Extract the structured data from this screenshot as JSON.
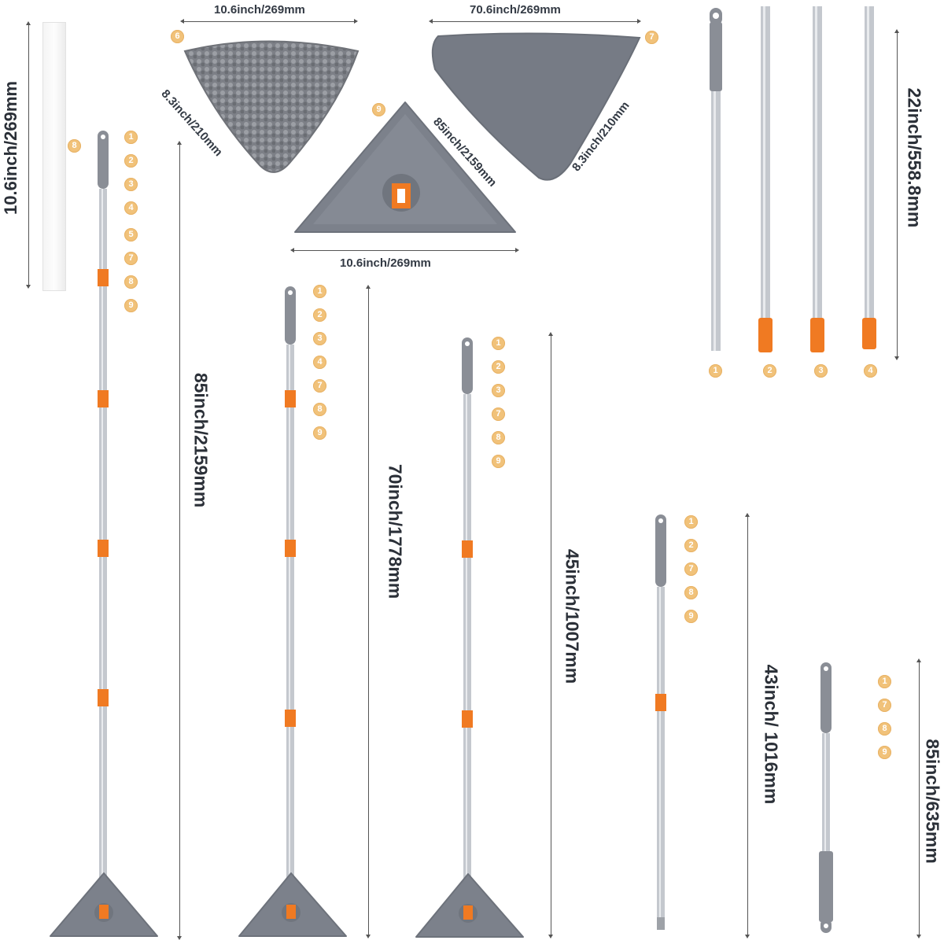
{
  "colors": {
    "accent": "#f07a22",
    "steel": "#b8bcc2",
    "grip": "#8a8e96",
    "mop": "#6b7280",
    "badge": "#f1c27a"
  },
  "labels": {
    "chenille_width": "10.6inch/269mm",
    "flat_pad_width": "70.6inch/269mm",
    "scrubber_strip": "10.6inch/269mm",
    "chenille_side": "8.3inch/210mm",
    "base_side": "85inch/2159mm",
    "pad_side": "8.3inch/210mm",
    "base_width": "10.6inch/269mm",
    "poles_length": "22inch/558.8mm",
    "mop_85": "85inch/2159mm",
    "mop_70": "70inch/1778mm",
    "mop_45": "45inch/1007mm",
    "pole_43": "43inch/ 1016mm",
    "pole_85": "85inch/635mm"
  },
  "badges": {
    "strip": "8",
    "chenille": "6",
    "pad": "7",
    "base": "9",
    "mop1": [
      "1",
      "2",
      "3",
      "4",
      "5",
      "7",
      "8",
      "9"
    ],
    "mop2": [
      "1",
      "2",
      "3",
      "4",
      "7",
      "8",
      "9"
    ],
    "mop3": [
      "1",
      "2",
      "3",
      "7",
      "8",
      "9"
    ],
    "pole43": [
      "1",
      "2",
      "7",
      "8",
      "9"
    ],
    "pole85": [
      "1",
      "7",
      "8",
      "9"
    ],
    "poles": [
      "1",
      "2",
      "3",
      "4"
    ]
  }
}
